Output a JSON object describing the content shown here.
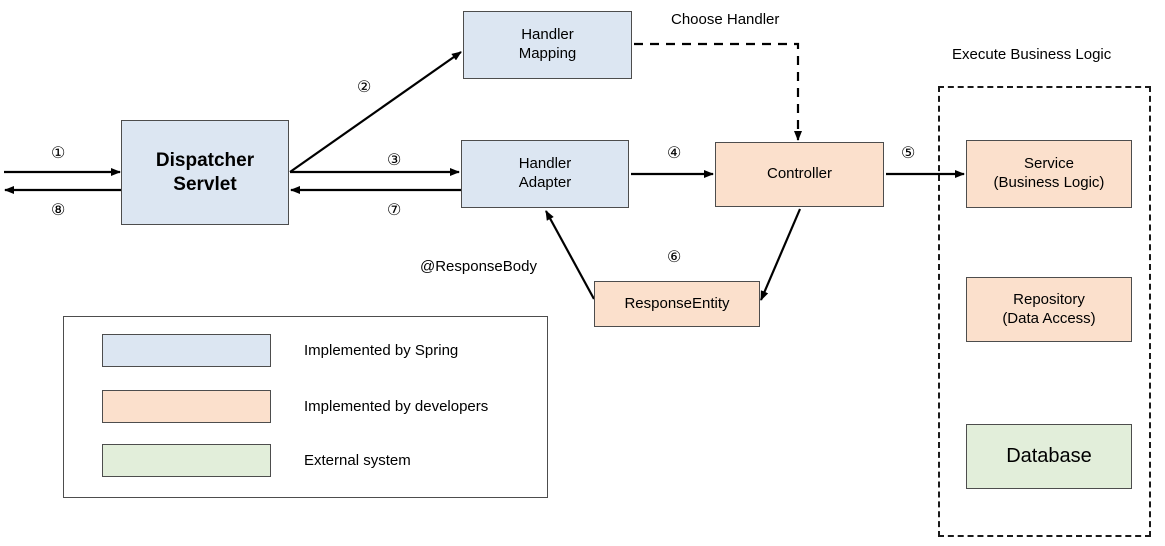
{
  "diagram": {
    "title_labels": {
      "execute_business_logic": "Execute Business Logic",
      "choose_handler": "Choose Handler",
      "response_body": "@ResponseBody"
    },
    "nodes": {
      "dispatcher_servlet": "Dispatcher\nServlet",
      "handler_mapping": "Handler\nMapping",
      "handler_adapter": "Handler\nAdapter",
      "controller": "Controller",
      "response_entity": "ResponseEntity",
      "service": "Service\n(Business Logic)",
      "repository": "Repository\n(Data Access)",
      "database": "Database"
    },
    "steps": {
      "s1": "①",
      "s2": "②",
      "s3": "③",
      "s4": "④",
      "s5": "⑤",
      "s6": "⑥",
      "s7": "⑦",
      "s8": "⑧"
    },
    "legend": {
      "items": [
        {
          "swatch": "blue",
          "color": "#dce6f2",
          "label": "Implemented by Spring"
        },
        {
          "swatch": "peach",
          "color": "#fbe0cc",
          "label": "Implemented by developers"
        },
        {
          "swatch": "green",
          "color": "#e2eeda",
          "label": "External system"
        }
      ]
    },
    "colors": {
      "spring_blue": "#dce6f2",
      "developer_peach": "#fbe0cc",
      "external_green": "#e2eeda",
      "stroke": "#000000",
      "node_border": "#4d4d4d",
      "background": "#ffffff"
    }
  }
}
